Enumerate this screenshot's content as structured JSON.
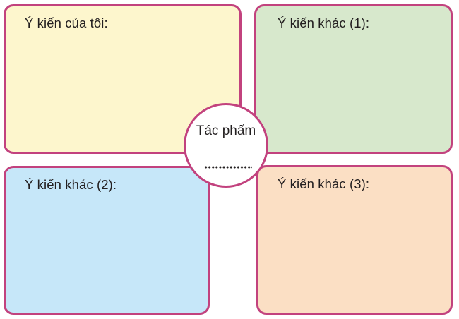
{
  "diagram": {
    "type": "four-quadrant-graphic-organizer",
    "center": {
      "title": "Tác phẩm",
      "dotted_line": "..............",
      "shape": "circle",
      "fill_color": "#ffffff",
      "border_color": "#c2427e"
    },
    "quadrants": [
      {
        "id": "my-opinion",
        "position": "top-left",
        "label": "Ý kiến của tôi:",
        "fill_color": "#fdf6cd",
        "border_color": "#c2427e"
      },
      {
        "id": "other-1",
        "position": "top-right",
        "label": "Ý kiến khác (1):",
        "fill_color": "#d7e8cc",
        "border_color": "#c2427e"
      },
      {
        "id": "other-2",
        "position": "bottom-left",
        "label": "Ý kiến khác (2):",
        "fill_color": "#c6e7f9",
        "border_color": "#c2427e"
      },
      {
        "id": "other-3",
        "position": "bottom-right",
        "label": "Ý kiến khác (3):",
        "fill_color": "#fbdfc4",
        "border_color": "#c2427e"
      }
    ]
  }
}
